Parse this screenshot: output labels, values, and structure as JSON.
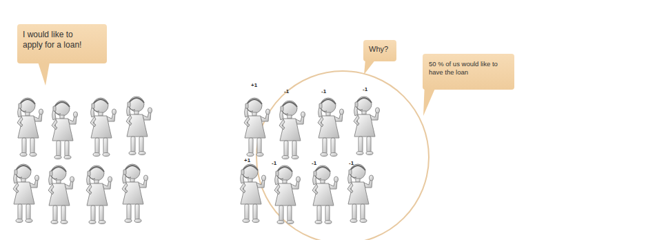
{
  "diagram": {
    "nodes": [
      {
        "text": [
          "I would like to apply for a loan!"
        ]
      },
      {
        "text": [
          "Why?"
        ]
      },
      {
        "text": [
          "50 % of us would like to have the loan"
        ]
      }
    ],
    "labels": [
      "+1",
      "-1",
      "-1",
      "-1",
      "+1",
      "-1",
      "-1",
      "-1"
    ]
  }
}
